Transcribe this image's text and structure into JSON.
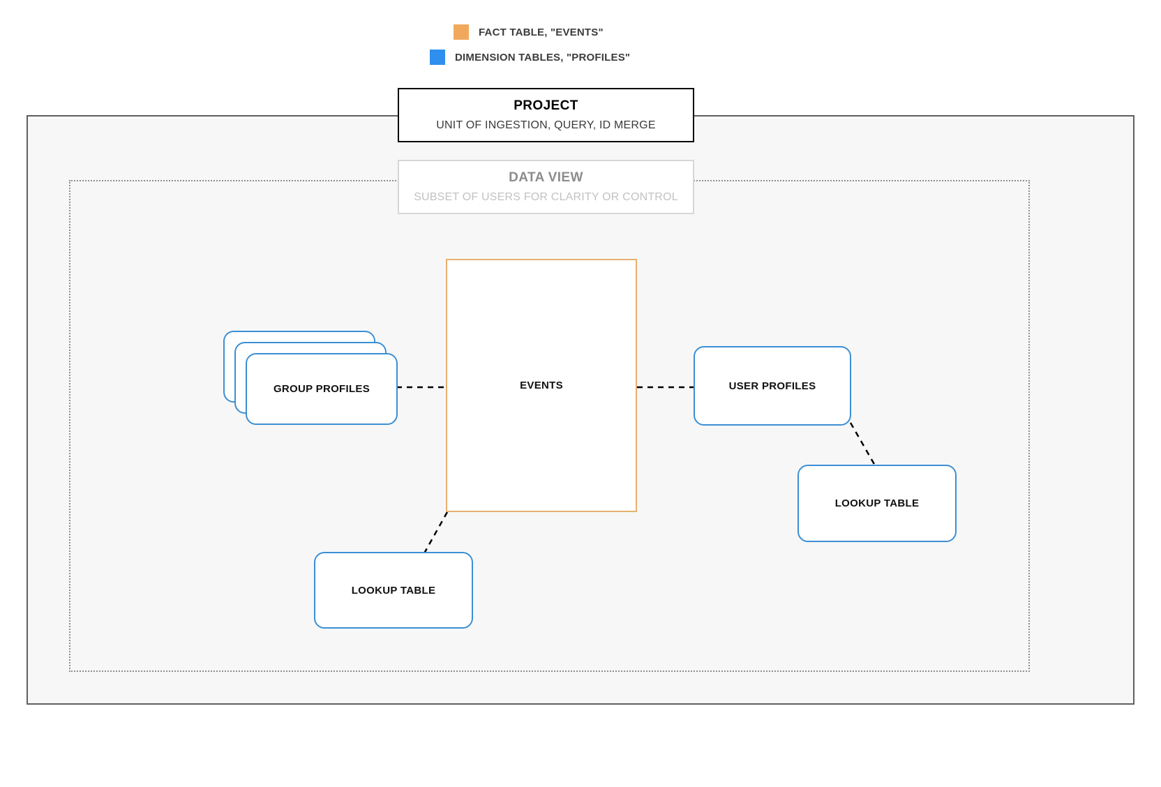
{
  "legend": {
    "items": [
      {
        "label": "FACT TABLE, \"EVENTS\"",
        "color": "#f0a95c",
        "icon": "square-swatch-icon"
      },
      {
        "label": "DIMENSION TABLES, \"PROFILES\"",
        "color": "#2e8fee",
        "icon": "square-swatch-icon"
      }
    ]
  },
  "project": {
    "title": "PROJECT",
    "subtitle": "UNIT OF INGESTION, QUERY, ID MERGE",
    "border_color": "#000000"
  },
  "data_view": {
    "title": "DATA VIEW",
    "subtitle": "SUBSET OF USERS FOR CLARITY OR CONTROL",
    "border_color": "#d6d6d6"
  },
  "nodes": {
    "events": {
      "label": "EVENTS",
      "color": "#e8b070",
      "kind": "fact-table"
    },
    "group_profiles": {
      "label": "GROUP PROFILES",
      "color": "#3b8fd4",
      "kind": "dimension-table-stack",
      "stack_count": 3
    },
    "user_profiles": {
      "label": "USER PROFILES",
      "color": "#3b8fd4",
      "kind": "dimension-table"
    },
    "lookup_left": {
      "label": "LOOKUP TABLE",
      "color": "#3b8fd4",
      "kind": "lookup-table"
    },
    "lookup_right": {
      "label": "LOOKUP TABLE",
      "color": "#3b8fd4",
      "kind": "lookup-table"
    }
  },
  "connections": [
    {
      "from": "group_profiles",
      "to": "events",
      "style": "dashed"
    },
    {
      "from": "events",
      "to": "user_profiles",
      "style": "dashed"
    },
    {
      "from": "events",
      "to": "lookup_left",
      "style": "dashed"
    },
    {
      "from": "user_profiles",
      "to": "lookup_right",
      "style": "dashed"
    }
  ],
  "panels": {
    "outer_fill": "#f7f7f7",
    "outer_border": "#5f5f5f",
    "inner_border": "#8d8d8d"
  }
}
